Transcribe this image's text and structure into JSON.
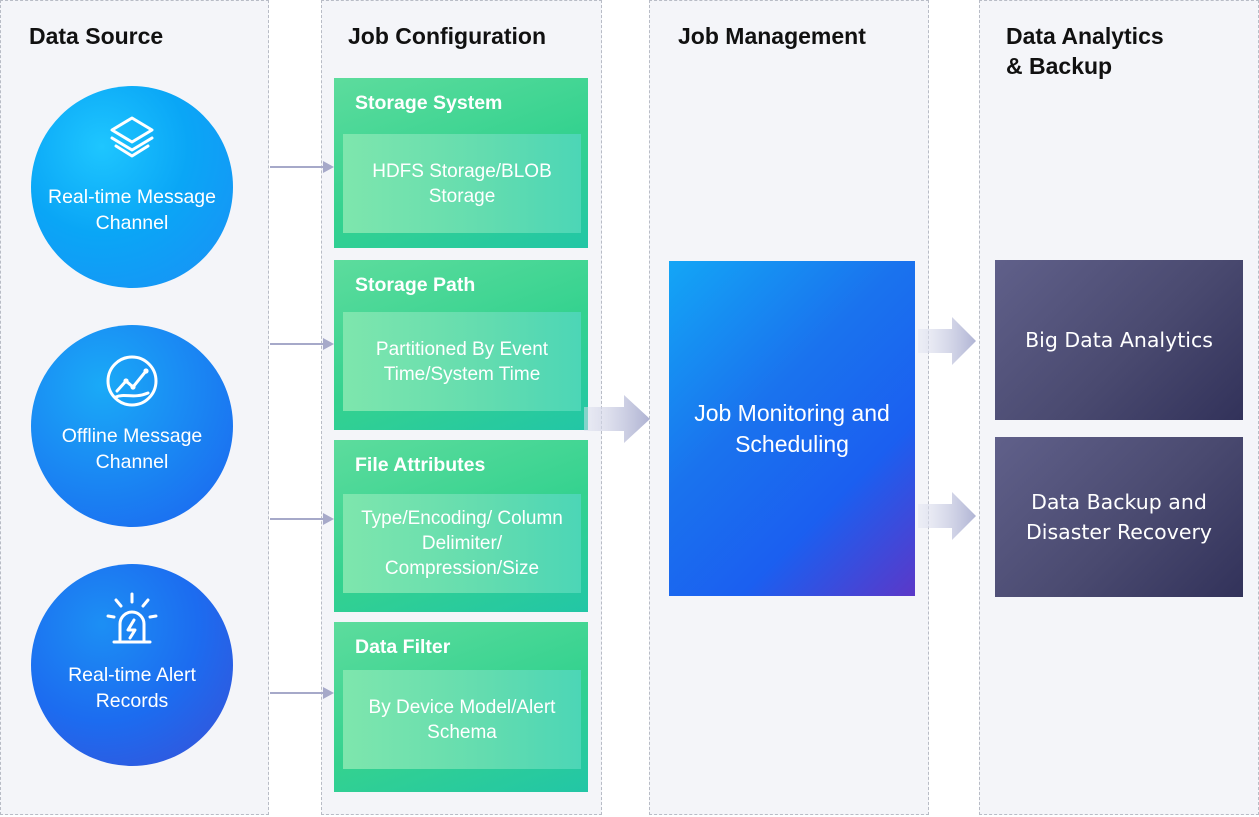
{
  "columns": {
    "data_source": "Data Source",
    "job_configuration": "Job Configuration",
    "job_management": "Job Management",
    "data_analytics": "Data Analytics\n& Backup"
  },
  "sources": [
    {
      "label": "Real-time Message Channel",
      "icon": "layers-icon"
    },
    {
      "label": "Offline Message Channel",
      "icon": "trend-chart-icon"
    },
    {
      "label": "Real-time Alert Records",
      "icon": "alarm-light-icon"
    }
  ],
  "config": [
    {
      "title": "Storage System",
      "detail": "HDFS Storage/BLOB Storage"
    },
    {
      "title": "Storage Path",
      "detail": "Partitioned By Event Time/System Time"
    },
    {
      "title": "File Attributes",
      "detail": "Type/Encoding/ Column Delimiter/ Compression/Size"
    },
    {
      "title": "Data Filter",
      "detail": "By Device Model/Alert Schema"
    }
  ],
  "job": {
    "label": "Job Monitoring and Scheduling"
  },
  "outputs": [
    {
      "label": "Big Data Analytics"
    },
    {
      "label": "Data Backup and Disaster Recovery"
    }
  ],
  "colors": {
    "column_bg": "#f4f5f9",
    "connector": "#a6a9c9",
    "config_green": "#34d28f",
    "job_blue": "#1a73ee",
    "output_slate": "#4a4a70"
  }
}
